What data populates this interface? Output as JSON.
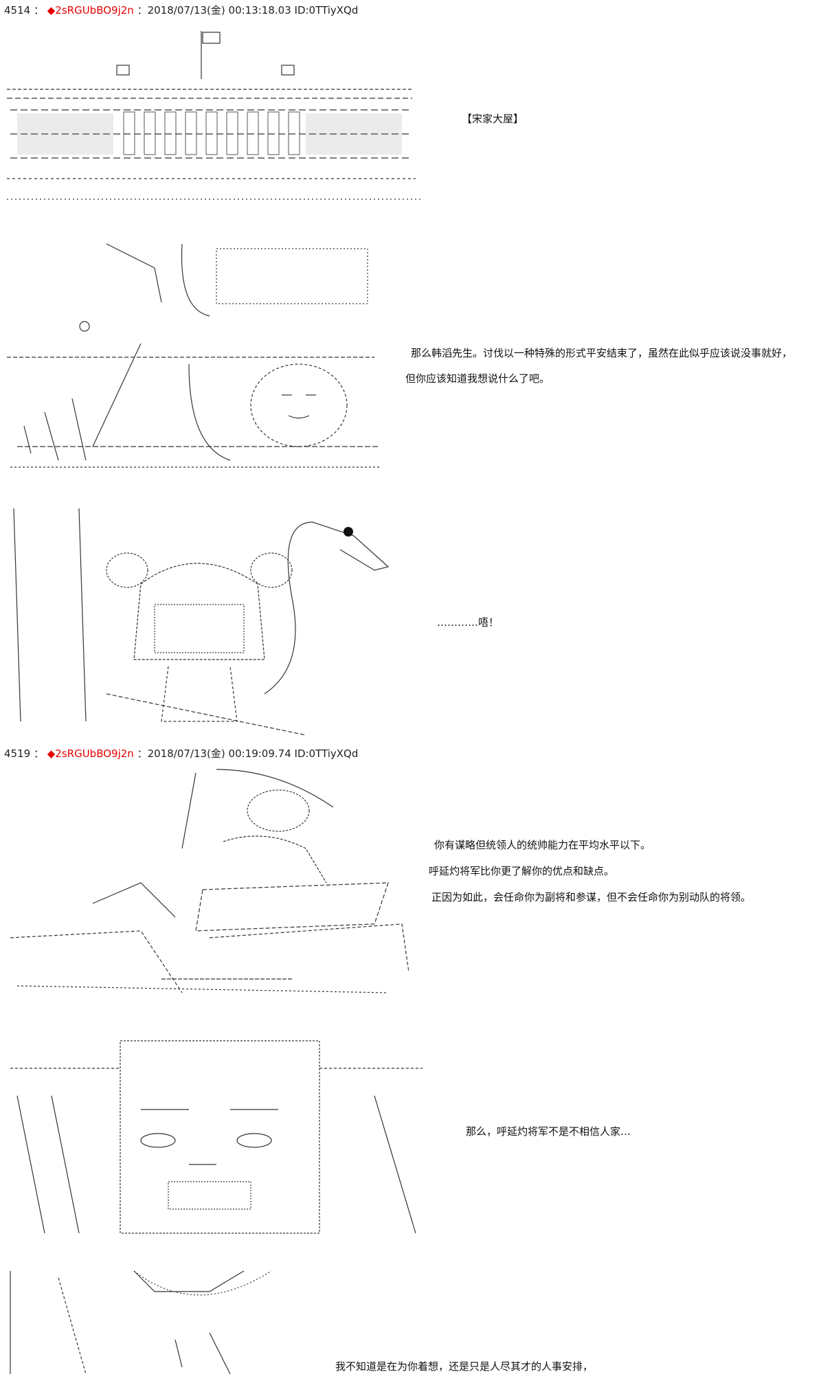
{
  "posts": [
    {
      "number": "4514",
      "separator": "：",
      "trip": "◆2sRGUbBO9j2n",
      "date": "：2018/07/13(金) 00:13:18.03",
      "id": "ID:0TTiyXQd",
      "panels": [
        {
          "captions": [
            "【宋家大屋】"
          ]
        },
        {
          "captions": [
            "那么韩滔先生。讨伐以一种特殊的形式平安结束了，虽然在此似乎应该说没事就好，",
            "但你应该知道我想说什么了吧。"
          ]
        },
        {
          "captions": [
            "…………唔！"
          ]
        }
      ]
    },
    {
      "number": "4519",
      "separator": "：",
      "trip": "◆2sRGUbBO9j2n",
      "date": "：2018/07/13(金) 00:19:09.74",
      "id": "ID:0TTiyXQd",
      "panels": [
        {
          "captions": [
            "你有谋略但统领人的统帅能力在平均水平以下。",
            "呼延灼将军比你更了解你的优点和缺点。",
            "正因为如此，会任命你为副将和参谋，但不会任命你为别动队的将领。"
          ]
        },
        {
          "captions": [
            "那么，呼延灼将军不是不相信人家…"
          ]
        },
        {
          "captions": [
            "我不知道是在为你着想，还是只是人尽其才的人事安排，"
          ]
        }
      ]
    }
  ]
}
